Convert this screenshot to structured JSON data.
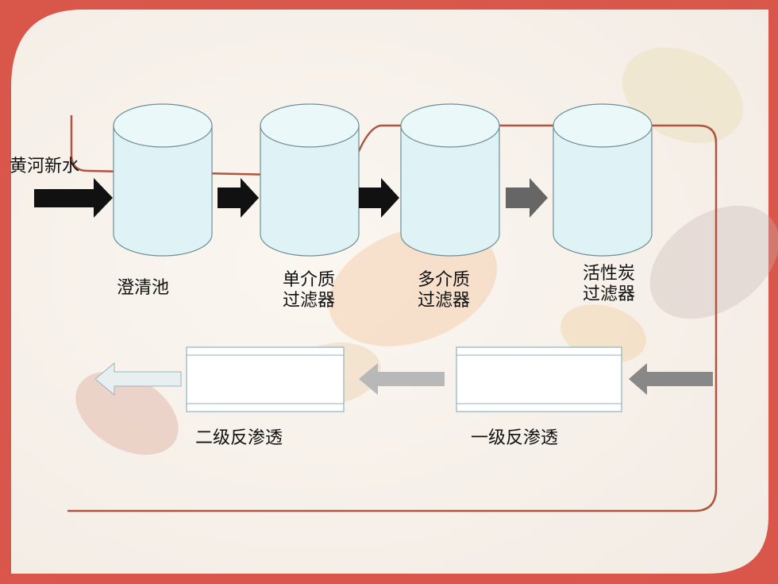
{
  "source_label": "黄河新水",
  "stages": [
    {
      "id": "clarifier",
      "lines": [
        "澄清池"
      ]
    },
    {
      "id": "single-media-filter",
      "lines": [
        "单介质",
        "过滤器"
      ]
    },
    {
      "id": "multi-media-filter",
      "lines": [
        "多介质",
        "过滤器"
      ]
    },
    {
      "id": "activated-carbon-filter",
      "lines": [
        "活性炭",
        "过滤器"
      ]
    }
  ],
  "ro_stages": [
    {
      "id": "ro-stage-2",
      "label": "二级反渗透"
    },
    {
      "id": "ro-stage-1",
      "label": "一级反渗透"
    }
  ],
  "colors": {
    "frame": "#d9574a",
    "tank_fill": "#dff3f6",
    "tank_stroke": "#6f8f96",
    "arrow_dark": "#111111",
    "arrow_grey": "#666666",
    "arrow_mid": "#9a9a9a",
    "arrow_light": "#c9c9c9",
    "connector_line": "#b0543f"
  }
}
